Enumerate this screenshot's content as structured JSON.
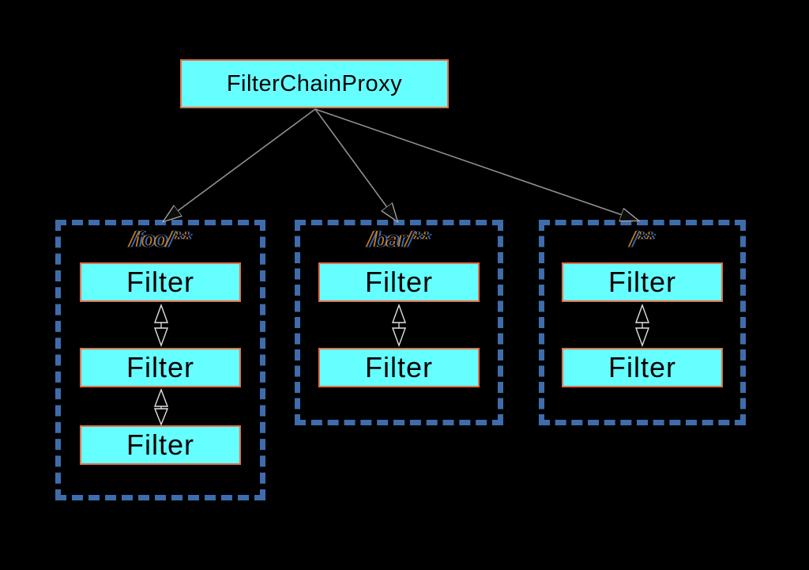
{
  "diagram": {
    "proxy": {
      "label": "FilterChainProxy"
    },
    "chains": [
      {
        "pattern": "/foo/**",
        "filters": [
          "Filter",
          "Filter",
          "Filter"
        ]
      },
      {
        "pattern": "/bar/**",
        "filters": [
          "Filter",
          "Filter"
        ]
      },
      {
        "pattern": "/**",
        "filters": [
          "Filter",
          "Filter"
        ]
      }
    ],
    "colors": {
      "background": "#000000",
      "box_fill": "#66ffff",
      "box_border": "#e2714b",
      "chain_dash_border": "#3f6cac",
      "connector_line": "#8f8f8f",
      "arrowhead_outline": "#a8a8a8",
      "text": "#000000"
    }
  }
}
